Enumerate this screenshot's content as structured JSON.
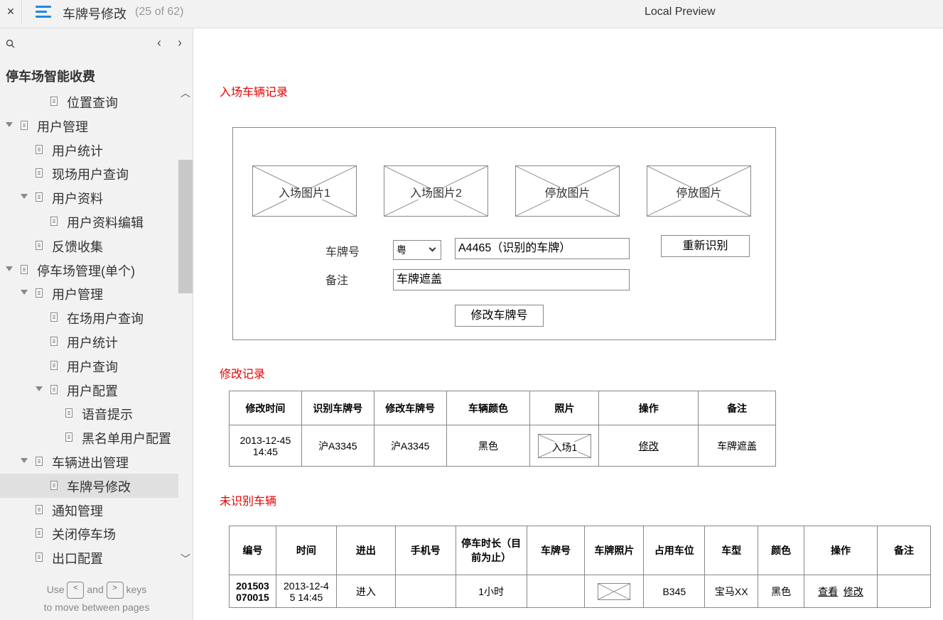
{
  "topbar": {
    "close_glyph": "×",
    "title": "车牌号修改",
    "page_count": "(25 of 62)",
    "preview_label": "Local Preview",
    "accent_color": "#1e88e5"
  },
  "sidebar": {
    "prev_glyph": "‹",
    "next_glyph": "›",
    "project_name": "停车场智能收费",
    "scroll_up_glyph": "︿",
    "scroll_down_glyph": "﹀",
    "items": [
      {
        "label": "位置查询",
        "level": 3,
        "caret": false
      },
      {
        "label": "用户管理",
        "level": 1,
        "caret": true
      },
      {
        "label": "用户统计",
        "level": 2,
        "caret": false
      },
      {
        "label": "现场用户查询",
        "level": 2,
        "caret": false
      },
      {
        "label": "用户资料",
        "level": 2,
        "caret": true
      },
      {
        "label": "用户资料编辑",
        "level": 3,
        "caret": false
      },
      {
        "label": "反馈收集",
        "level": 2,
        "caret": false
      },
      {
        "label": "停车场管理(单个)",
        "level": 1,
        "caret": true
      },
      {
        "label": "用户管理",
        "level": 2,
        "caret": true
      },
      {
        "label": "在场用户查询",
        "level": 3,
        "caret": false
      },
      {
        "label": "用户统计",
        "level": 3,
        "caret": false
      },
      {
        "label": "用户查询",
        "level": 3,
        "caret": false
      },
      {
        "label": "用户配置",
        "level": 3,
        "caret": true
      },
      {
        "label": "语音提示",
        "level": 4,
        "caret": false
      },
      {
        "label": "黑名单用户配置",
        "level": 4,
        "caret": false
      },
      {
        "label": "车辆进出管理",
        "level": 2,
        "caret": true
      },
      {
        "label": "车牌号修改",
        "level": 3,
        "caret": false,
        "active": true
      },
      {
        "label": "通知管理",
        "level": 2,
        "caret": false
      },
      {
        "label": "关闭停车场",
        "level": 2,
        "caret": false
      },
      {
        "label": "出口配置",
        "level": 2,
        "caret": false
      }
    ],
    "hint": {
      "use": "Use",
      "key_prev": "<",
      "and": "and",
      "key_next": ">",
      "keys": "keys",
      "line2": "to move between pages"
    }
  },
  "main": {
    "section_entry": "入场车辆记录",
    "images": [
      "入场图片1",
      "入场图片2",
      "停放图片",
      "停放图片"
    ],
    "plate_label": "车牌号",
    "province_value": "粤",
    "plate_value": "A4465（识别的车牌）",
    "recognize_button": "重新识别",
    "remark_label": "备注",
    "remark_value": "车牌遮盖",
    "modify_button": "修改车牌号",
    "section_modify": "修改记录",
    "modify_table": {
      "headers": [
        "修改时间",
        "识别车牌号",
        "修改车牌号",
        "车辆颜色",
        "照片",
        "操作",
        "备注"
      ],
      "rows": [
        {
          "time_line1": "2013-12-45",
          "time_line2": "14:45",
          "recognized": "沪A3345",
          "modified": "沪A3345",
          "color": "黑色",
          "photo": "入场1",
          "action": "修改",
          "remark": "车牌遮盖"
        }
      ]
    },
    "section_unrecognized": "未识别车辆",
    "unrec_table": {
      "headers": [
        "编号",
        "时间",
        "进出",
        "手机号",
        "停车时长（目前为止）",
        "车牌号",
        "车牌照片",
        "占用车位",
        "车型",
        "颜色",
        "操作",
        "备注"
      ],
      "rows": [
        {
          "id_line1": "201503",
          "id_line2": "070015",
          "time_line1": "2013-12-4",
          "time_line2": "5 14:45",
          "inout": "进入",
          "phone": "",
          "duration": "1小时",
          "plate": "",
          "space": "B345",
          "model": "宝马XX",
          "color": "黑色",
          "action_view": "查看",
          "action_modify": "修改",
          "remark": ""
        }
      ]
    },
    "title_color": "#e60000"
  }
}
